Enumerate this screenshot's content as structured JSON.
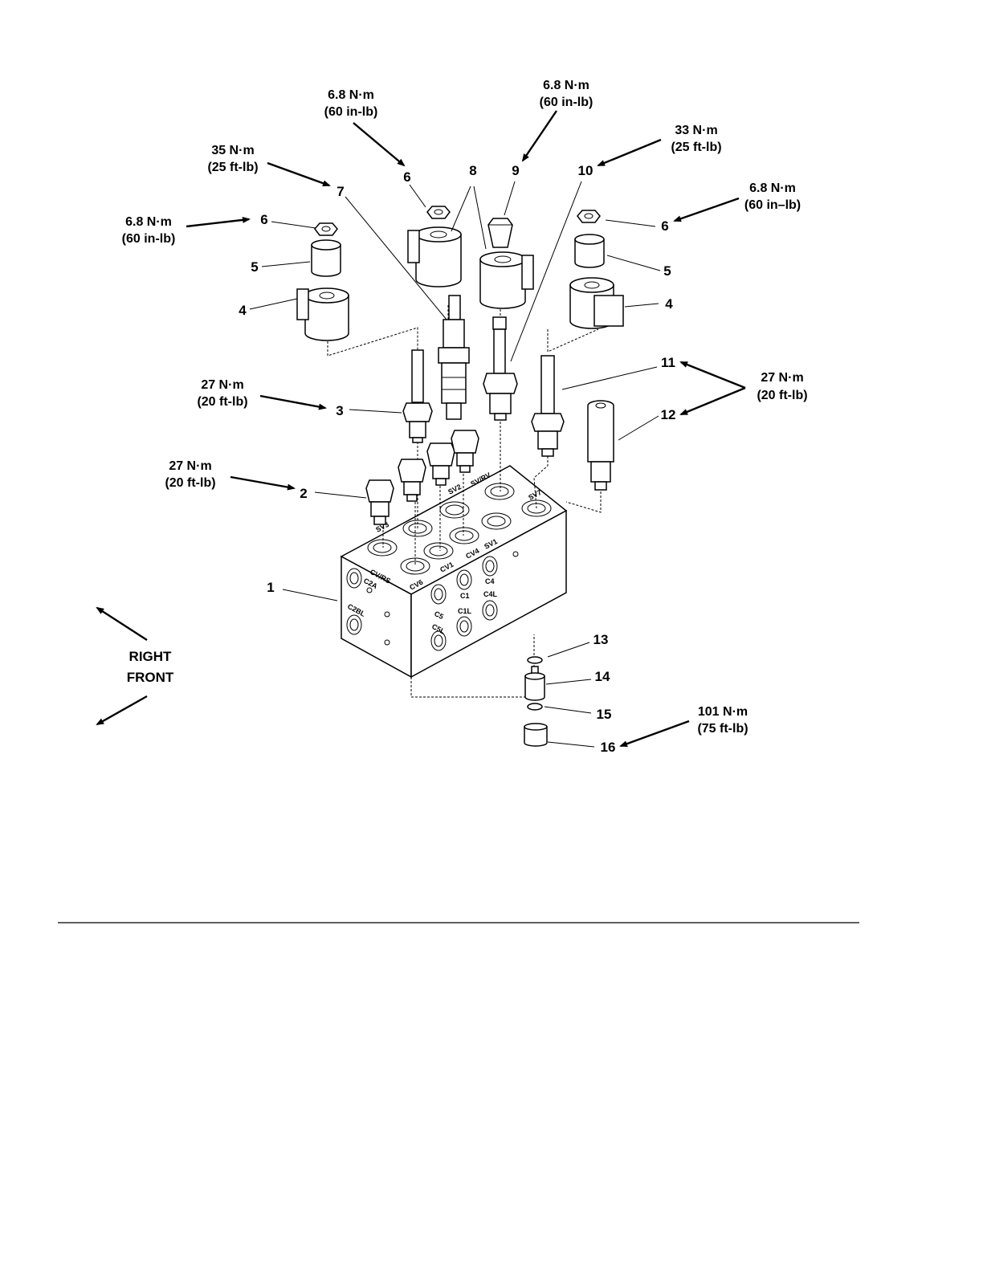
{
  "torques": {
    "t_coil_left": [
      "6.8 N·m",
      "(60 in-lb)"
    ],
    "t_coil_top": [
      "6.8 N·m",
      "(60 in-lb)"
    ],
    "t_9": [
      "6.8 N·m",
      "(60 in-lb)"
    ],
    "t_7": [
      "35 N·m",
      "(25 ft-lb)"
    ],
    "t_10": [
      "33 N·m",
      "(25 ft-lb)"
    ],
    "t_coil_right": [
      "6.8 N·m",
      "(60 in–lb)"
    ],
    "t_3": [
      "27 N·m",
      "(20 ft-lb)"
    ],
    "t_2": [
      "27 N·m",
      "(20 ft-lb)"
    ],
    "t_11_12": [
      "27 N·m",
      "(20 ft-lb)"
    ],
    "t_16": [
      "101 N·m",
      "(75 ft-lb)"
    ]
  },
  "callouts": {
    "c1": "1",
    "c2": "2",
    "c3": "3",
    "c4l": "4",
    "c4r": "4",
    "c5l": "5",
    "c5r": "5",
    "c6l": "6",
    "c6t": "6",
    "c6r": "6",
    "c7": "7",
    "c8": "8",
    "c9": "9",
    "c10": "10",
    "c11": "11",
    "c12": "12",
    "c13": "13",
    "c14": "14",
    "c15": "15",
    "c16": "16"
  },
  "orientation": {
    "right": "RIGHT",
    "front": "FRONT"
  },
  "ports": {
    "p_sv3": "SV3",
    "p_sv2": "SV2",
    "p_svrv": "SV/RV",
    "p_sv7": "SV7",
    "p_sv1": "SV1",
    "p_cvrs": "CV/RS",
    "p_cv6": "CV6",
    "p_cv1": "CV1",
    "p_cv4": "CV4",
    "p_c2a": "C2A",
    "p_c2b": "C2BL",
    "p_c5": "C5",
    "p_c5l": "C5L",
    "p_c1": "C1",
    "p_c1l": "C1L",
    "p_c4": "C4",
    "p_c4l": "C4L"
  }
}
